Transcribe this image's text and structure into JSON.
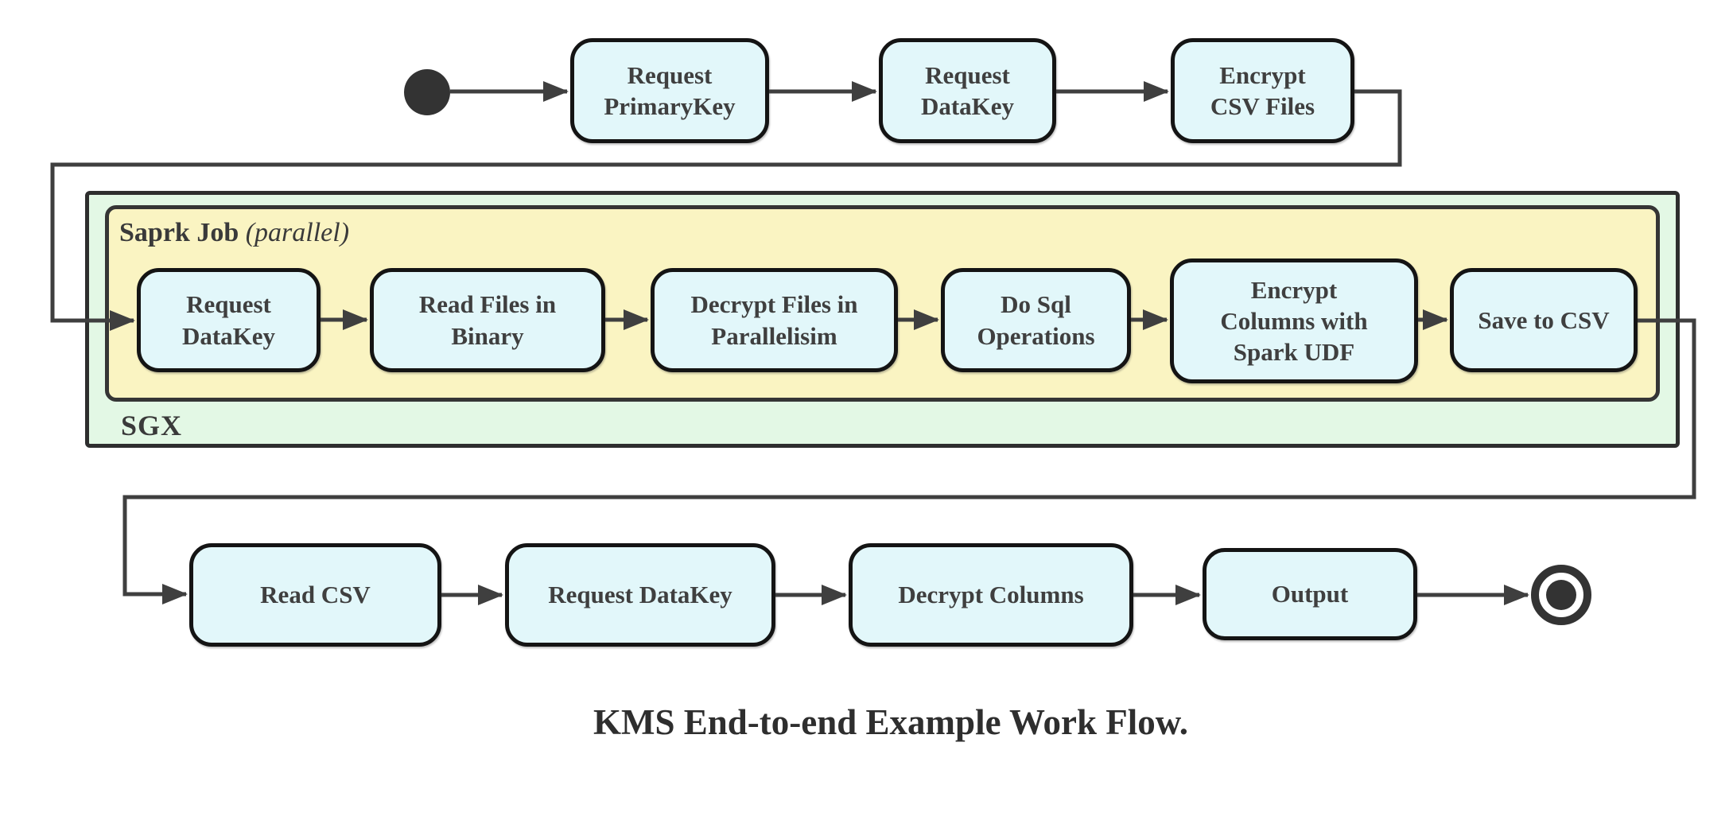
{
  "diagram": {
    "caption": "KMS End-to-end Example Work Flow.",
    "colors": {
      "node_fill": "#e2f7fa",
      "node_border": "#141414",
      "line": "#3f3f3f",
      "sgx_fill": "#e3f8e5",
      "spark_fill": "#faf4c2",
      "text": "#3f3f3f"
    },
    "start_node": "start",
    "end_node": "end",
    "top_row": {
      "nodes": [
        {
          "label": "Request\nPrimaryKey"
        },
        {
          "label": "Request\nDataKey"
        },
        {
          "label": "Encrypt\nCSV Files"
        }
      ]
    },
    "sgx_container": {
      "label": "SGX"
    },
    "spark_container": {
      "label": "Saprk Job",
      "qualifier": "(parallel)"
    },
    "middle_row": {
      "nodes": [
        {
          "label": "Request\nDataKey"
        },
        {
          "label": "Read Files in\nBinary"
        },
        {
          "label": "Decrypt Files in\nParallelisim"
        },
        {
          "label": "Do Sql\nOperations"
        },
        {
          "label": "Encrypt\nColumns with\nSpark UDF"
        },
        {
          "label": "Save to CSV"
        }
      ]
    },
    "bottom_row": {
      "nodes": [
        {
          "label": "Read CSV"
        },
        {
          "label": "Request DataKey"
        },
        {
          "label": "Decrypt Columns"
        },
        {
          "label": "Output"
        }
      ]
    }
  }
}
